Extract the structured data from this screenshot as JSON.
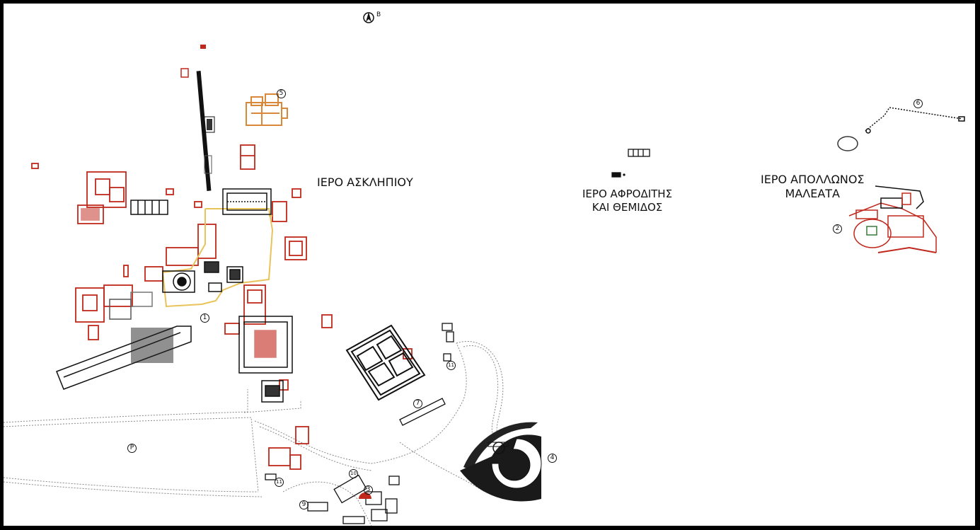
{
  "north": {
    "letter": "B"
  },
  "sites": {
    "asklepios": "ΙΕΡΟ ΑΣΚΛΗΠΙΟΥ",
    "aphrodite_line1": "ΙΕΡΟ ΑΦΡΟΔΙΤΗΣ",
    "aphrodite_line2": "ΚΑΙ ΘΕΜΙΔΟΣ",
    "apollo_line1": "ΙΕΡΟ ΑΠΟΛΛΩΝΟΣ",
    "apollo_line2": "ΜΑΛΕΑΤΑ"
  },
  "markers": {
    "m1": "1",
    "m2": "2",
    "m3": "3",
    "m4": "4",
    "m5": "5",
    "m6": "6",
    "m7": "7",
    "m9": "9",
    "m10": "10",
    "m11a": "11",
    "m11b": "11",
    "parking": "P"
  },
  "colors": {
    "red": "#c0281c",
    "orange": "#d9883a",
    "yellow": "#e8c35a",
    "black": "#111111",
    "green": "#3a7a3a"
  }
}
